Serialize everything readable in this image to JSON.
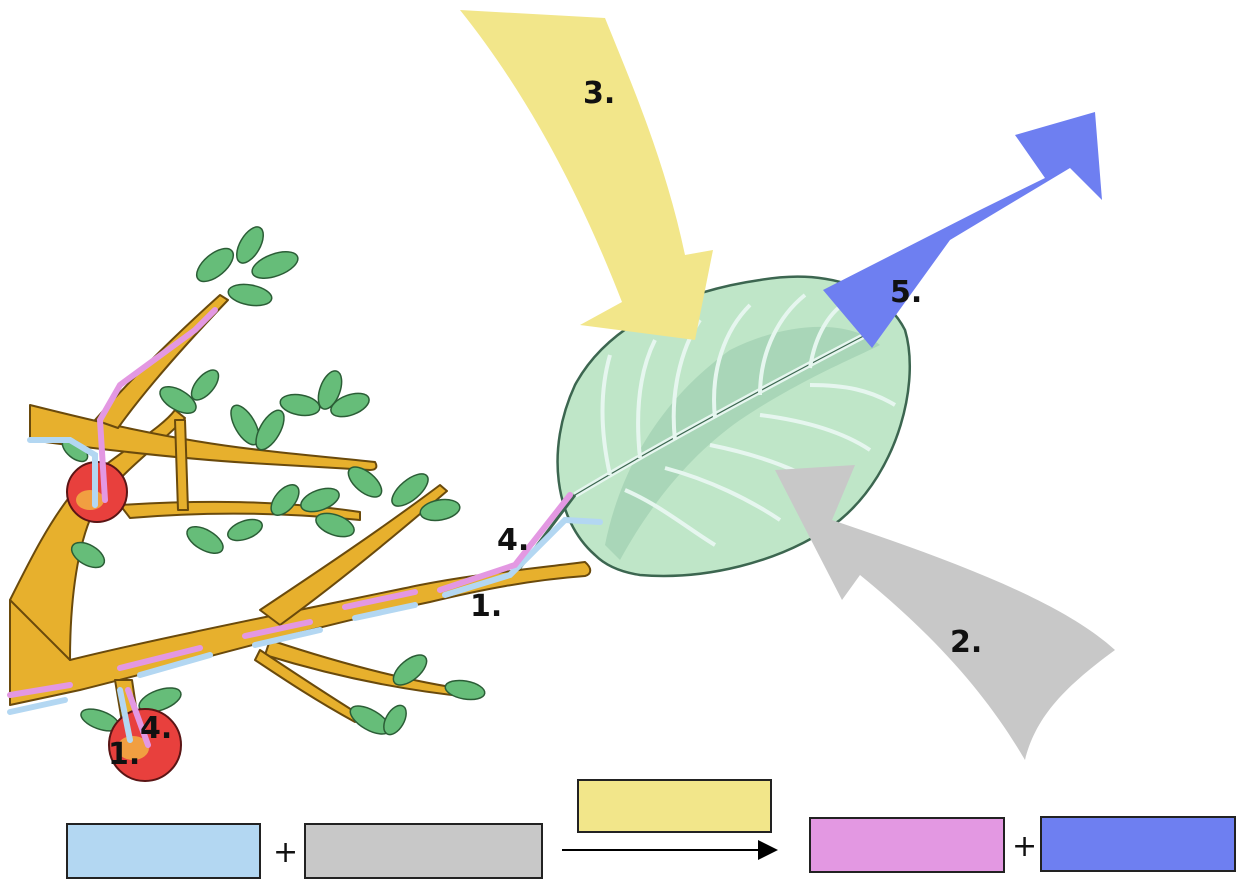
{
  "labels": {
    "light_arrow": "3.",
    "gas_in_arrow": "2.",
    "gas_out_arrow": "5.",
    "stem_in_water": "1.",
    "stem_out_sugar": "4.",
    "fruit_water": "1.",
    "fruit_sugar": "4."
  },
  "equation": {
    "plus_left": "+",
    "plus_right": "+"
  },
  "colors": {
    "water": "#b3d7f2",
    "carbon_dioxide": "#c8c8c8",
    "light": "#f2e68a",
    "sugar": "#e398e2",
    "oxygen": "#6e7ff1",
    "branch": "#e7b02d",
    "leaf_fill": "#bfe6c8",
    "leaf_dark": "#9fcfb0",
    "small_leaves": "#66bd79",
    "apple": "#e8403d"
  }
}
